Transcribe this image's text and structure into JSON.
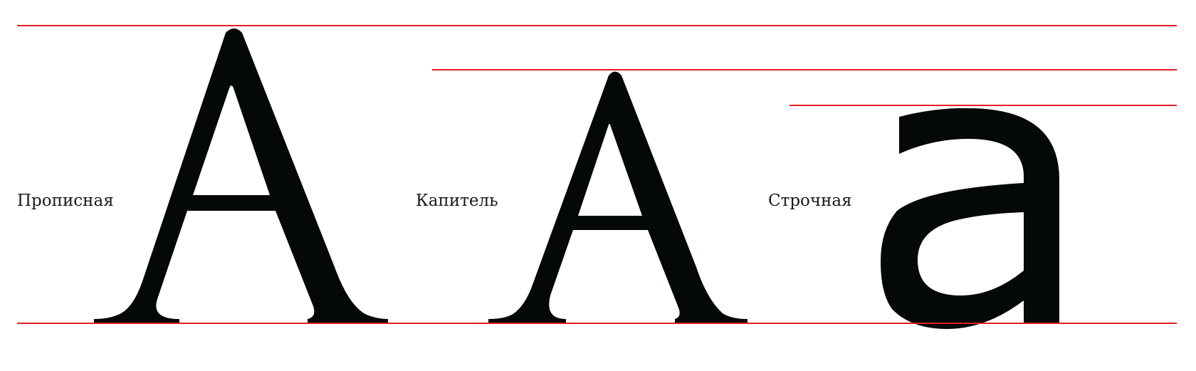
{
  "labels": {
    "capital": "Прописная",
    "small_cap": "Капитель",
    "lowercase": "Строчная"
  },
  "glyphs": {
    "capital": "A",
    "small_cap": "A",
    "lowercase": "a"
  },
  "colors": {
    "guide_line": "#e31e24",
    "glyph": "#050808",
    "text": "#1a1a1a",
    "background": "#ffffff"
  }
}
